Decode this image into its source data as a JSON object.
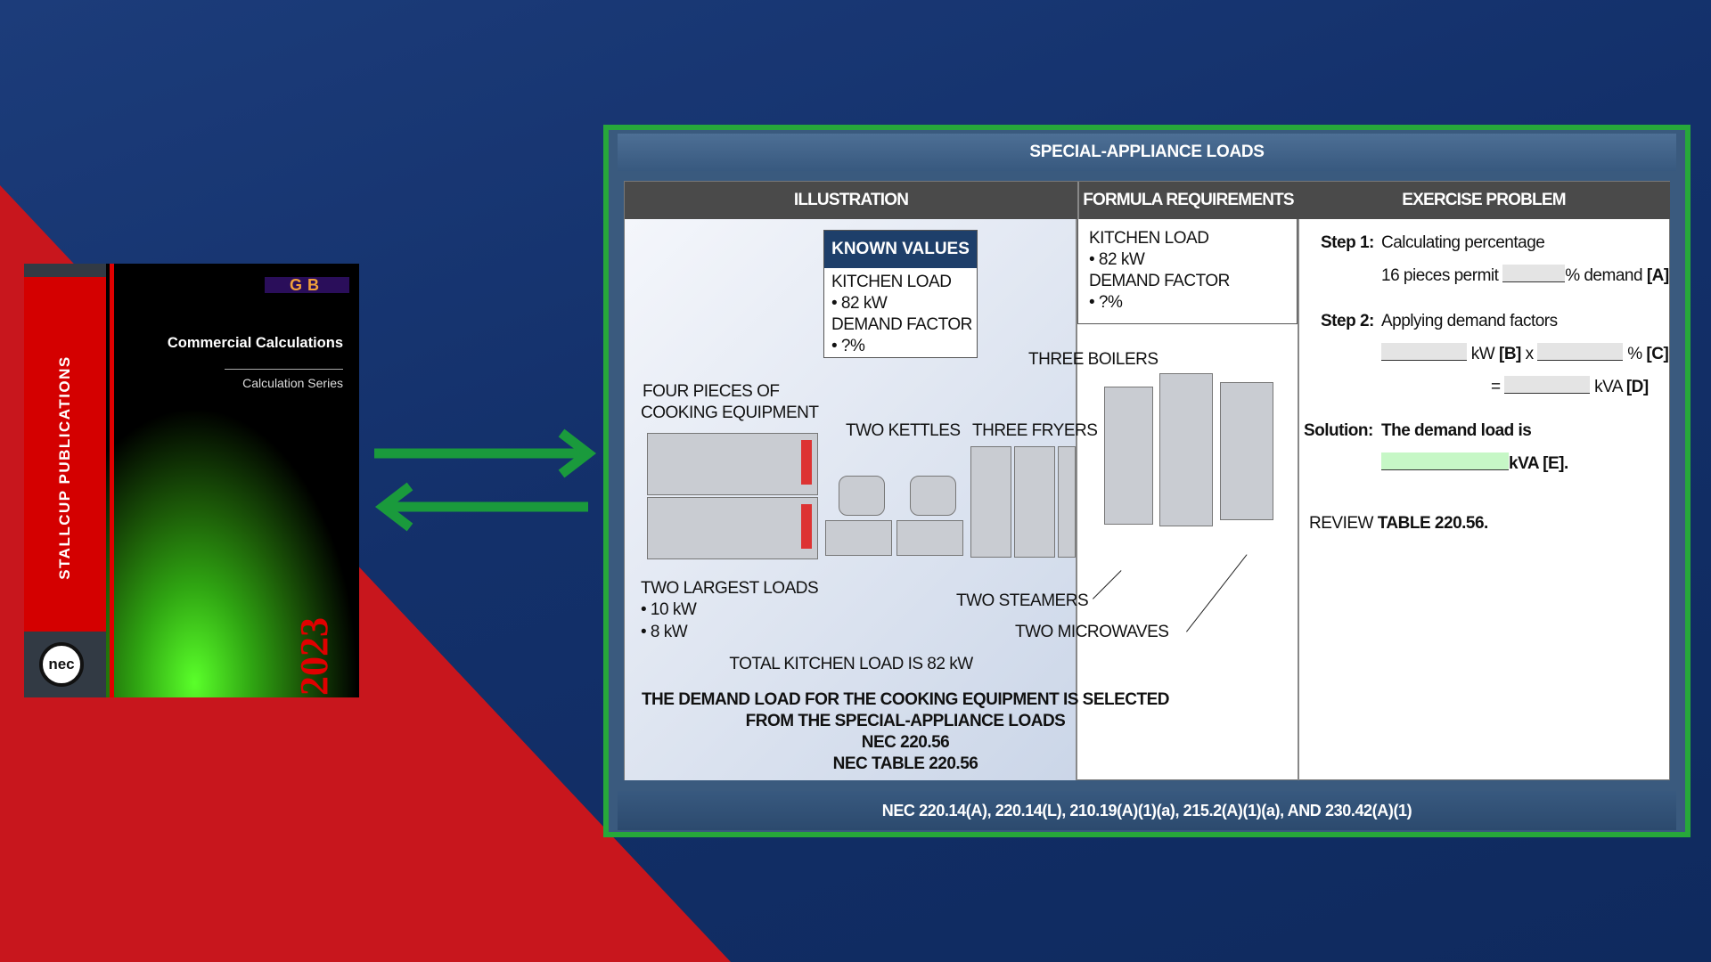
{
  "book": {
    "publisher": "STALLCUP PUBLICATIONS",
    "logo": "GB",
    "title": "Commercial Calculations",
    "subtitle": "Calculation Series",
    "year": "2023",
    "nec_logo": "nec"
  },
  "slide": {
    "title": "SPECIAL-APPLIANCE LOADS",
    "footer": "NEC 220.14(A), 220.14(L), 210.19(A)(1)(a), 215.2(A)(1)(a), AND 230.42(A)(1)",
    "headers": {
      "illustration": "ILLUSTRATION",
      "formula": "FORMULA REQUIREMENTS",
      "exercise": "EXERCISE PROBLEM"
    },
    "known_values": {
      "title": "KNOWN VALUES",
      "lines": [
        "KITCHEN LOAD",
        "• 82 kW",
        "DEMAND FACTOR",
        "• ?%"
      ]
    },
    "formula_lines": [
      "KITCHEN LOAD",
      "• 82 kW",
      "DEMAND FACTOR",
      "• ?%"
    ],
    "labels": {
      "four_pieces": [
        "FOUR PIECES OF",
        "COOKING EQUIPMENT"
      ],
      "kettles": "TWO KETTLES",
      "fryers": "THREE FRYERS",
      "boilers": "THREE BOILERS",
      "largest": [
        "TWO LARGEST LOADS",
        "• 10 kW",
        "• 8 kW"
      ],
      "steamers": "TWO STEAMERS",
      "microwaves": "TWO MICROWAVES",
      "total": "TOTAL KITCHEN LOAD IS 82 kW"
    },
    "notes": [
      "THE DEMAND LOAD FOR THE COOKING EQUIPMENT IS SELECTED",
      "FROM  THE SPECIAL-APPLIANCE LOADS",
      "NEC 220.56",
      "NEC TABLE 220.56"
    ],
    "exercise": {
      "step1_label": "Step 1:",
      "step1_title": "Calculating percentage",
      "step1_pre": "16 pieces permit",
      "step1_post": "% demand",
      "step1_tag": "[A]",
      "step2_label": "Step 2:",
      "step2_title": "Applying demand factors",
      "kw": "kW",
      "tag_b": "[B]",
      "x": "x",
      "pct": "%",
      "tag_c": "[C]",
      "eq": "=",
      "kva": "kVA",
      "tag_d": "[D]",
      "solution_label": "Solution:",
      "solution_text": "The demand load is",
      "solution_unit": "kVA [E].",
      "review_pre": "REVIEW",
      "review_bold": "TABLE 220.56."
    }
  }
}
